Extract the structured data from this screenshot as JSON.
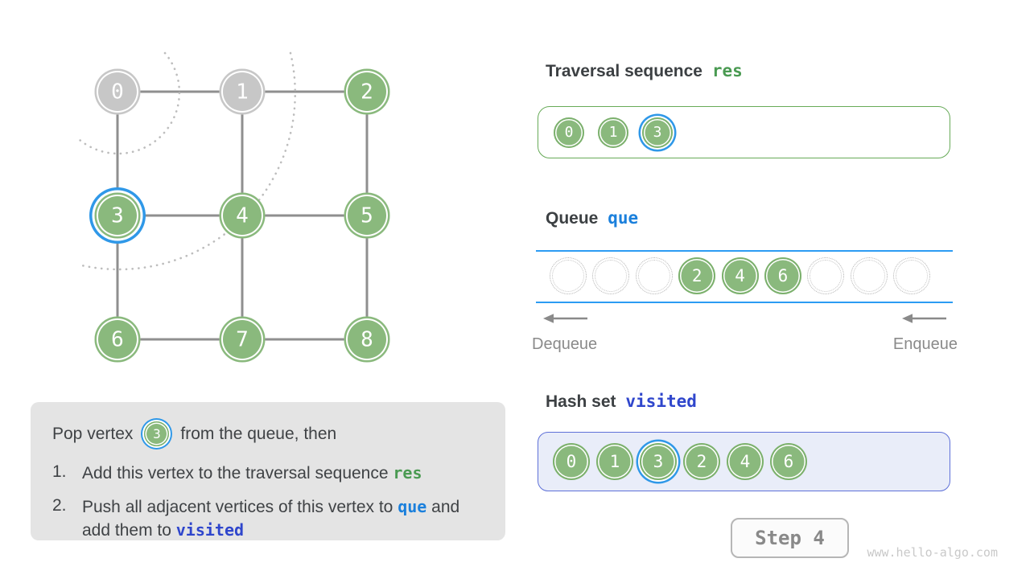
{
  "graph": {
    "nodes": [
      {
        "label": "0",
        "state": "gray",
        "row": 0,
        "col": 0
      },
      {
        "label": "1",
        "state": "gray",
        "row": 0,
        "col": 1
      },
      {
        "label": "2",
        "state": "green",
        "row": 0,
        "col": 2
      },
      {
        "label": "3",
        "state": "green",
        "highlight": true,
        "row": 1,
        "col": 0
      },
      {
        "label": "4",
        "state": "green",
        "row": 1,
        "col": 1
      },
      {
        "label": "5",
        "state": "green",
        "row": 1,
        "col": 2
      },
      {
        "label": "6",
        "state": "green",
        "row": 2,
        "col": 0
      },
      {
        "label": "7",
        "state": "green",
        "row": 2,
        "col": 1
      },
      {
        "label": "8",
        "state": "green",
        "row": 2,
        "col": 2
      }
    ],
    "edges": [
      [
        0,
        1
      ],
      [
        1,
        2
      ],
      [
        0,
        3
      ],
      [
        1,
        4
      ],
      [
        2,
        5
      ],
      [
        3,
        4
      ],
      [
        4,
        5
      ],
      [
        3,
        6
      ],
      [
        4,
        7
      ],
      [
        5,
        8
      ],
      [
        6,
        7
      ],
      [
        7,
        8
      ]
    ]
  },
  "explanation": {
    "line1_parts": [
      {
        "t": "Pop vertex"
      },
      {
        "circle": "3"
      },
      {
        "t": "from the queue, then"
      }
    ],
    "items": [
      {
        "num": "1.",
        "parts": [
          {
            "t": "Add this vertex to the traversal sequence "
          },
          {
            "t": "res",
            "k": "green"
          }
        ]
      },
      {
        "num": "2.",
        "parts": [
          {
            "t": "Push all adjacent vertices of this vertex to "
          },
          {
            "t": "que",
            "k": "blue"
          },
          {
            "t": " and add them to "
          },
          {
            "t": "visited",
            "k": "indigo"
          }
        ]
      }
    ]
  },
  "sections": {
    "traversal": {
      "title": "Traversal sequence",
      "keyword": "res",
      "items": [
        {
          "label": "0"
        },
        {
          "label": "1"
        },
        {
          "label": "3",
          "highlight": true
        }
      ]
    },
    "queue": {
      "title": "Queue",
      "keyword": "que",
      "slots": [
        "",
        "",
        "",
        "2",
        "4",
        "6",
        "",
        "",
        ""
      ],
      "dequeue_label": "Dequeue",
      "enqueue_label": "Enqueue"
    },
    "hashset": {
      "title": "Hash set",
      "keyword": "visited",
      "items": [
        {
          "label": "0"
        },
        {
          "label": "1"
        },
        {
          "label": "3",
          "highlight": true
        },
        {
          "label": "2"
        },
        {
          "label": "4"
        },
        {
          "label": "6"
        }
      ]
    }
  },
  "footer": {
    "step_label": "Step 4",
    "watermark": "www.hello-algo.com"
  },
  "colors": {
    "node_green": "#8ab97d",
    "node_gray": "#c7c7c7",
    "highlight_ring_blue": "#2f98e8",
    "keyword_green": "#4a9a52",
    "keyword_blue": "#1b80dc",
    "keyword_indigo": "#2f46cc",
    "queue_line_blue": "#2c9cf3",
    "edge_gray": "#8f8f8f",
    "explain_bg": "#e4e4e4"
  }
}
